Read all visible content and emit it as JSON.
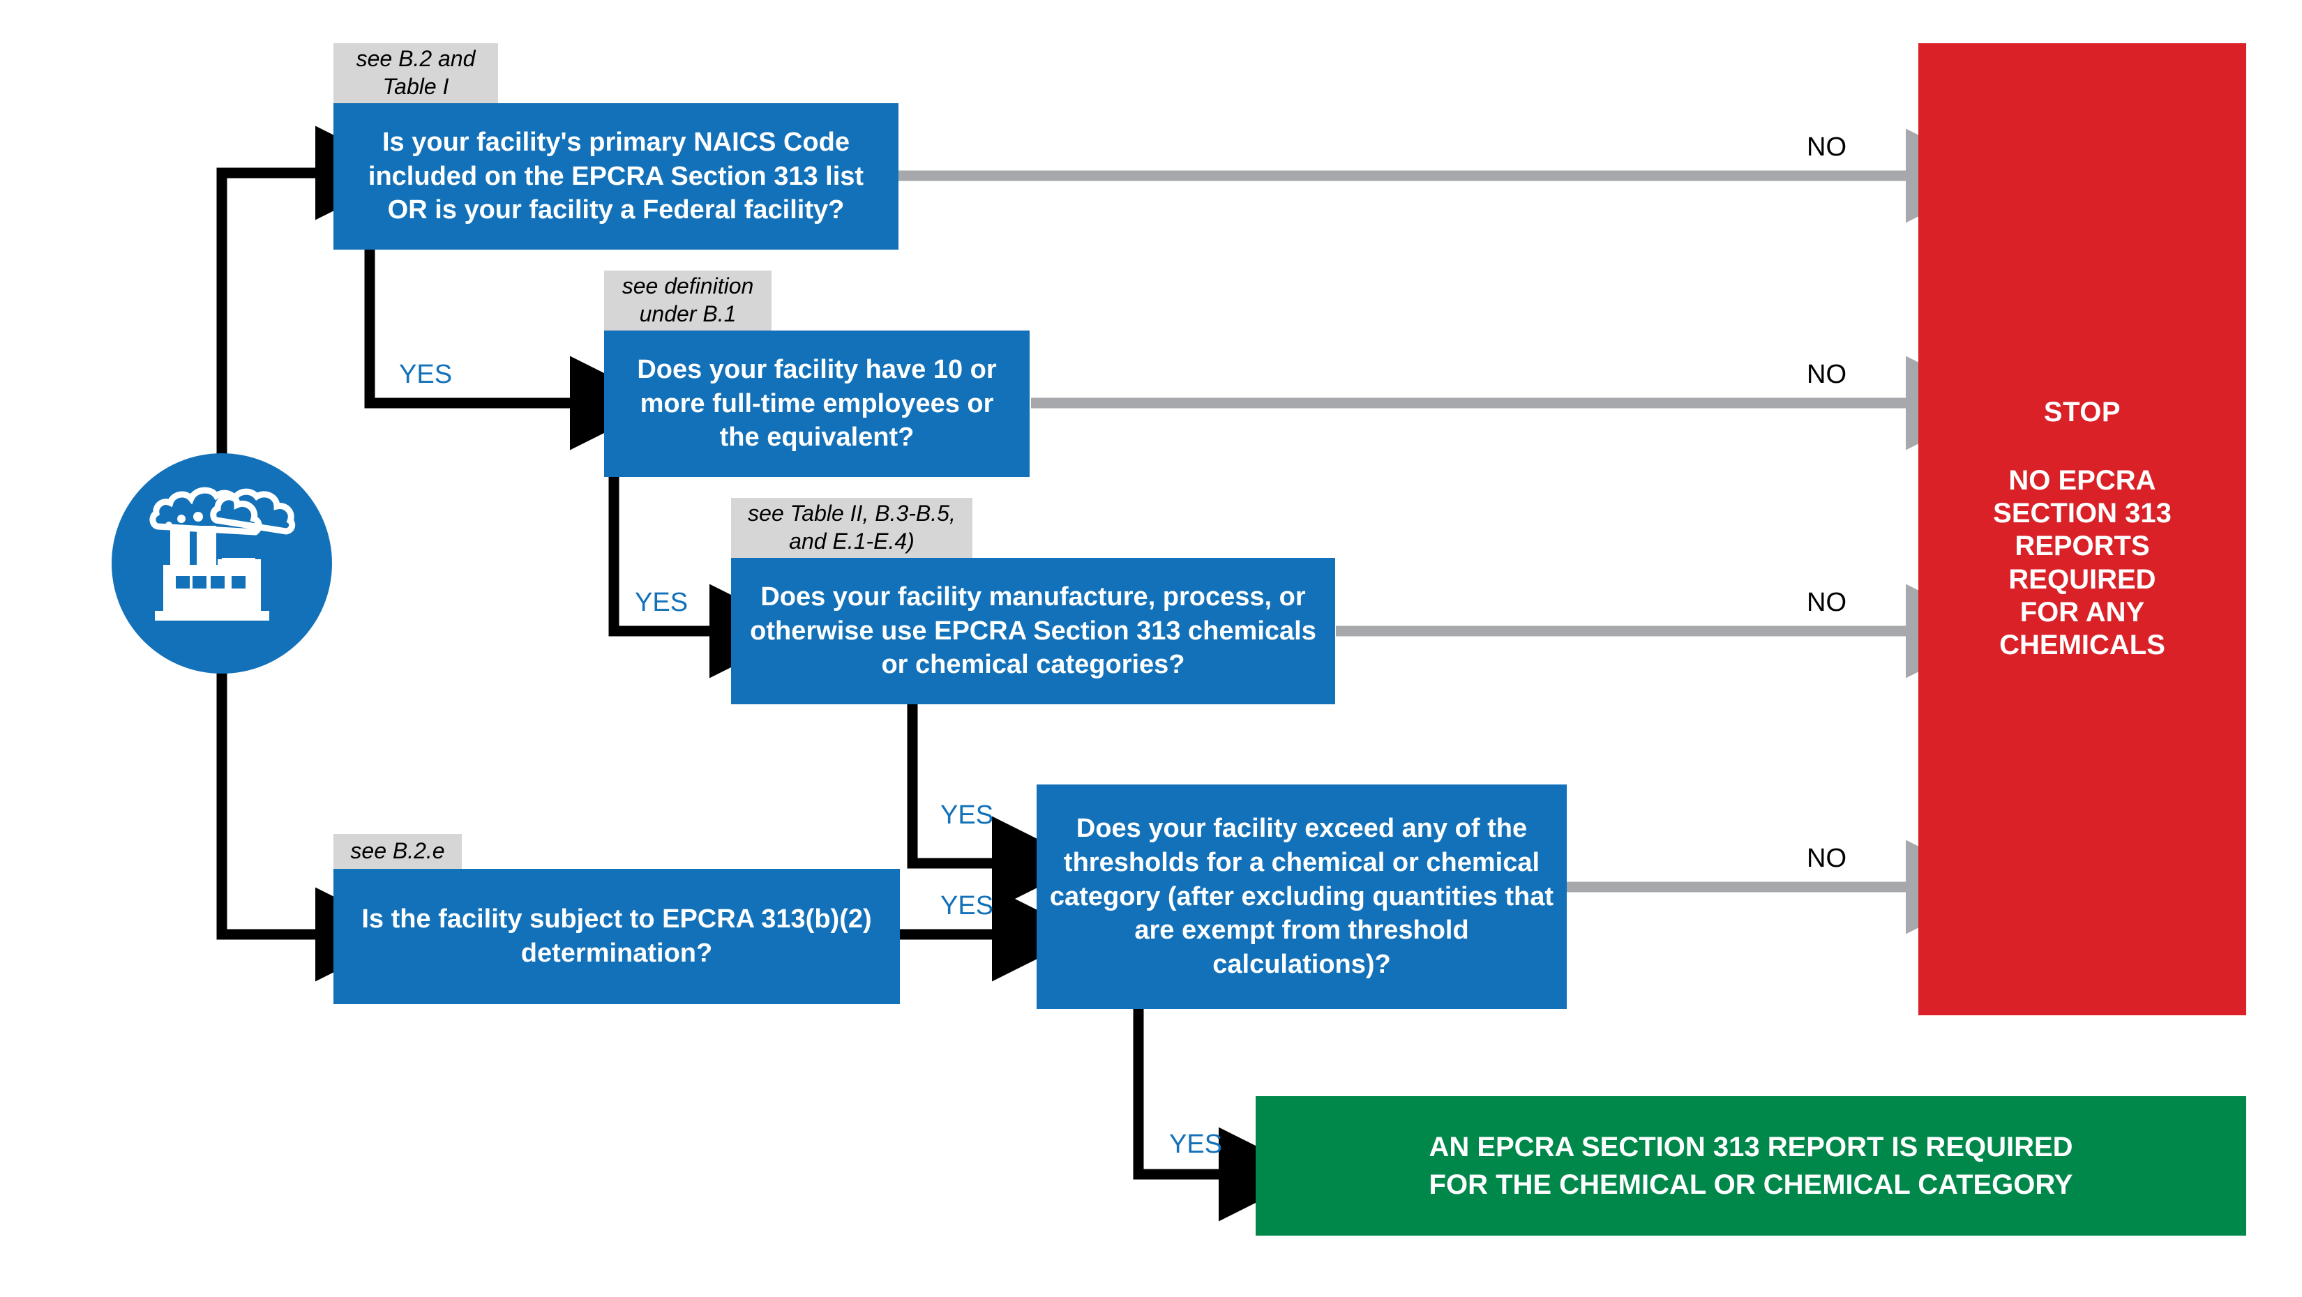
{
  "diagram": {
    "title": "EPCRA Section 313 Reporting Determination Flowchart",
    "colors": {
      "decision_blue": "#1271b8",
      "stop_red": "#d92127",
      "result_green": "#00874a",
      "ref_tag_gray": "#d6d6d6",
      "no_arrow_gray": "#a6a8ab",
      "yes_arrow_black": "#000000",
      "yes_label_blue": "#1271b8"
    },
    "start": {
      "icon": "factory-icon",
      "label": ""
    },
    "decisions": [
      {
        "id": "naics",
        "ref": "see B.2 and\nTable I",
        "text": "Is your facility's primary NAICS Code included on the EPCRA Section 313 list OR is your facility a Federal facility?",
        "yes_label": "YES",
        "no_label": "NO"
      },
      {
        "id": "employees",
        "ref": "see definition\nunder B.1",
        "text": "Does your facility have 10 or more full-time employees or the equivalent?",
        "yes_label": "YES",
        "no_label": "NO"
      },
      {
        "id": "chemicals",
        "ref": "see Table II, B.3-B.5,\nand E.1-E.4)",
        "text": "Does your facility manufacture, process, or otherwise use EPCRA Section 313 chemicals or chemical categories?",
        "yes_label": "YES",
        "no_label": "NO"
      },
      {
        "id": "thresholds",
        "ref": "",
        "text": "Does your facility exceed any of the thresholds for a chemical or chemical category (after excluding quantities that are exempt from threshold calculations)?",
        "yes_label": "YES",
        "no_label": "NO"
      },
      {
        "id": "determination",
        "ref": "see B.2.e",
        "text": "Is the facility subject to EPCRA 313(b)(2) determination?",
        "yes_label": "YES",
        "no_label": ""
      }
    ],
    "outcomes": {
      "stop": {
        "title": "STOP",
        "body": "NO EPCRA\nSECTION 313\nREPORTS\nREQUIRED\nFOR ANY\nCHEMICALS"
      },
      "report_required": {
        "text": "AN EPCRA SECTION 313 REPORT IS REQUIRED\nFOR THE CHEMICAL OR CHEMICAL CATEGORY"
      }
    },
    "edge_labels": {
      "no_1": "NO",
      "no_2": "NO",
      "no_3": "NO",
      "no_4": "NO",
      "yes_1": "YES",
      "yes_2": "YES",
      "yes_3": "YES",
      "yes_4": "YES",
      "yes_5": "YES"
    }
  }
}
